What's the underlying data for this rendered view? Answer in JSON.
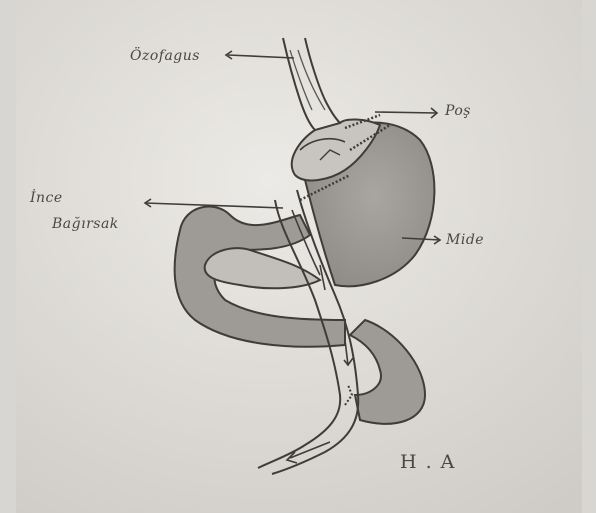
{
  "labels": {
    "esophagus": "Özofagus",
    "pouch": "Poş",
    "small_intestine_line1": "İnce",
    "small_intestine_line2": "Bağırsak",
    "stomach": "Mide",
    "signature": "H.A"
  },
  "colors": {
    "paper": "#e8e6e2",
    "ink": "#3f3c3a",
    "organ_shade": "#9e9b97",
    "organ_shade_light": "#c2bfbb"
  }
}
